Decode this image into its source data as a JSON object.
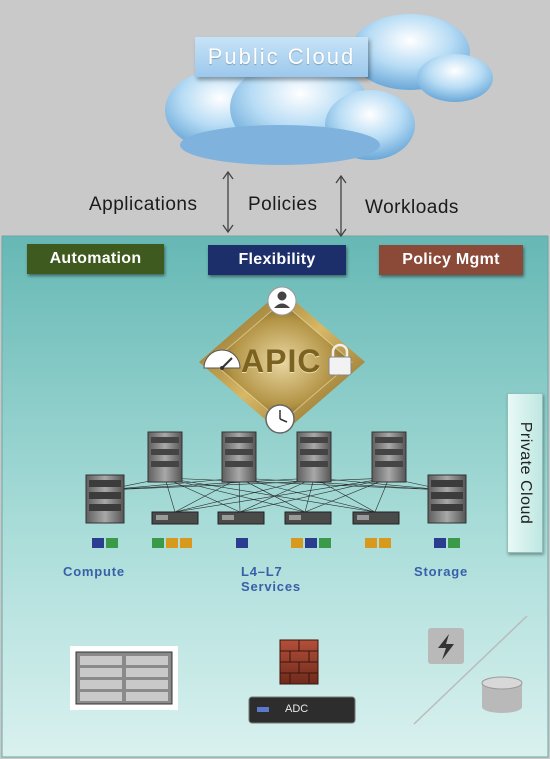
{
  "public_cloud": {
    "title": "Public Cloud"
  },
  "top_labels": {
    "applications": "Applications",
    "policies": "Policies",
    "workloads": "Workloads"
  },
  "tags": {
    "automation": "Automation",
    "flexibility": "Flexibility",
    "policy_mgmt": "Policy Mgmt"
  },
  "apic": {
    "label": "APIC"
  },
  "private_cloud": {
    "label": "Private Cloud"
  },
  "sections": {
    "compute": "Compute",
    "l4l7_line1": "L4–L7",
    "l4l7_line2": "Services",
    "storage": "Storage"
  },
  "adc": {
    "label": "ADC"
  },
  "colors": {
    "automation": "#3e5a1e",
    "flexibility": "#1d2f6b",
    "policy_mgmt": "#8b4a37",
    "private_cloud_bg": "#a8dbd6",
    "apic_gold": "#b9973f"
  }
}
